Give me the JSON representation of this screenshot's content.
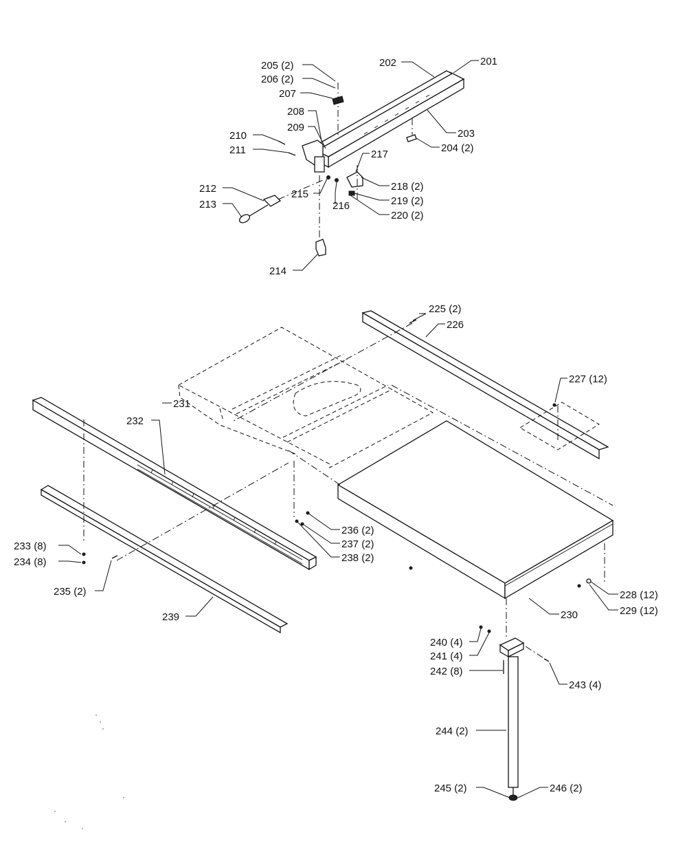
{
  "labels": {
    "l201": "201",
    "l202": "202",
    "l203": "203",
    "l204": "204 (2)",
    "l205": "205 (2)",
    "l206": "206 (2)",
    "l207": "207",
    "l208": "208",
    "l209": "209",
    "l210": "210",
    "l211": "211",
    "l212": "212",
    "l213": "213",
    "l214": "214",
    "l215": "215",
    "l216": "216",
    "l217": "217",
    "l218": "218 (2)",
    "l219": "219 (2)",
    "l220": "220 (2)",
    "l225": "225 (2)",
    "l226": "226",
    "l227": "227 (12)",
    "l228": "228 (12)",
    "l229": "229 (12)",
    "l230": "230",
    "l231": "231",
    "l232": "232",
    "l233": "233 (8)",
    "l234": "234 (8)",
    "l235": "235 (2)",
    "l236": "236 (2)",
    "l237": "237 (2)",
    "l238": "238 (2)",
    "l239": "239",
    "l240": "240 (4)",
    "l241": "241 (4)",
    "l242": "242 (8)",
    "l243": "243 (4)",
    "l244": "244 (2)",
    "l245": "245 (2)",
    "l246": "246 (2)"
  },
  "colors": {
    "ink": "#111111",
    "paper": "#ffffff"
  }
}
